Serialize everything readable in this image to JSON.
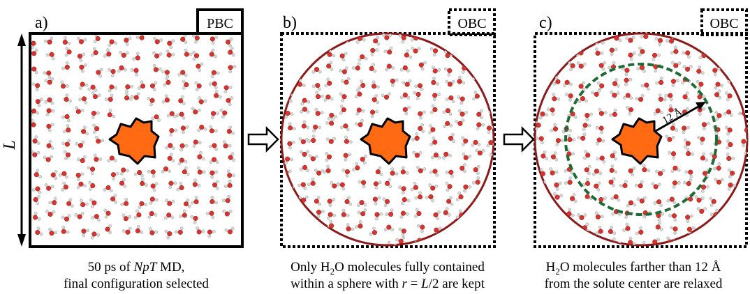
{
  "panels": [
    {
      "letter": "a)",
      "boundary": "PBC",
      "dimension_label": "L",
      "caption": [
        {
          "parts": [
            [
              "50 ps of ",
              ""
            ],
            [
              "NpT",
              "it"
            ],
            [
              " MD,",
              ""
            ]
          ]
        },
        {
          "parts": [
            [
              "final configuration selected",
              ""
            ]
          ]
        }
      ]
    },
    {
      "letter": "b)",
      "boundary": "OBC",
      "caption": [
        {
          "parts": [
            [
              "Only H",
              ""
            ],
            [
              "2",
              "sub"
            ],
            [
              "O molecules fully contained",
              ""
            ]
          ]
        },
        {
          "parts": [
            [
              "within a sphere with ",
              ""
            ],
            [
              "r",
              "it"
            ],
            [
              " = ",
              ""
            ],
            [
              "L",
              "it"
            ],
            [
              "/2 are kept",
              ""
            ]
          ]
        }
      ]
    },
    {
      "letter": "c)",
      "boundary": "OBC",
      "radius_label": "12 Å",
      "caption": [
        {
          "parts": [
            [
              "H",
              ""
            ],
            [
              "2",
              "sub"
            ],
            [
              "O molecules farther than 12 Å",
              ""
            ]
          ]
        },
        {
          "parts": [
            [
              "from the solute center are relaxed",
              ""
            ]
          ]
        }
      ]
    }
  ],
  "colors": {
    "solute": "#ff6a13",
    "sphere": "#8b1a1a",
    "relax_sphere": "#1e6b35",
    "oxygen": "#d9332e",
    "hydrogen": "#d8d8d8"
  },
  "icons": [
    "right-arrow-icon",
    "water-molecule-icon",
    "solute-blob-icon"
  ]
}
